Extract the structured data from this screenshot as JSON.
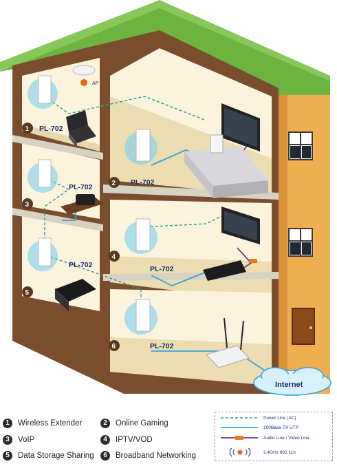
{
  "rooms": [
    {
      "num": "1",
      "device": "PL-702"
    },
    {
      "num": "2",
      "device": "PL-702"
    },
    {
      "num": "3",
      "device": "PL-702"
    },
    {
      "num": "4",
      "device": "PL-702"
    },
    {
      "num": "5",
      "device": "PL-702"
    },
    {
      "num": "6",
      "device": "PL-702"
    }
  ],
  "ap_label": "AP",
  "internet_label": "Internet",
  "applications": [
    {
      "num": "1",
      "label": "Wireless Extender"
    },
    {
      "num": "2",
      "label": "Online Gaming"
    },
    {
      "num": "3",
      "label": "VoIP"
    },
    {
      "num": "4",
      "label": "IPTV/VOD"
    },
    {
      "num": "5",
      "label": "Data Storage Sharing"
    },
    {
      "num": "6",
      "label": "Broadband Networking"
    }
  ],
  "legend": {
    "power_line": "Power Line (AC)",
    "utp": "100Base-TX UTP",
    "av_line": "Audio Line / Video Line",
    "wifi": "2.4GHz 802.11n"
  },
  "colors": {
    "roof": "#6cb33f",
    "wall": "#efae4f",
    "power_line": "#2aa198",
    "utp": "#33a5dd",
    "av_line": "#6a3d9a"
  }
}
